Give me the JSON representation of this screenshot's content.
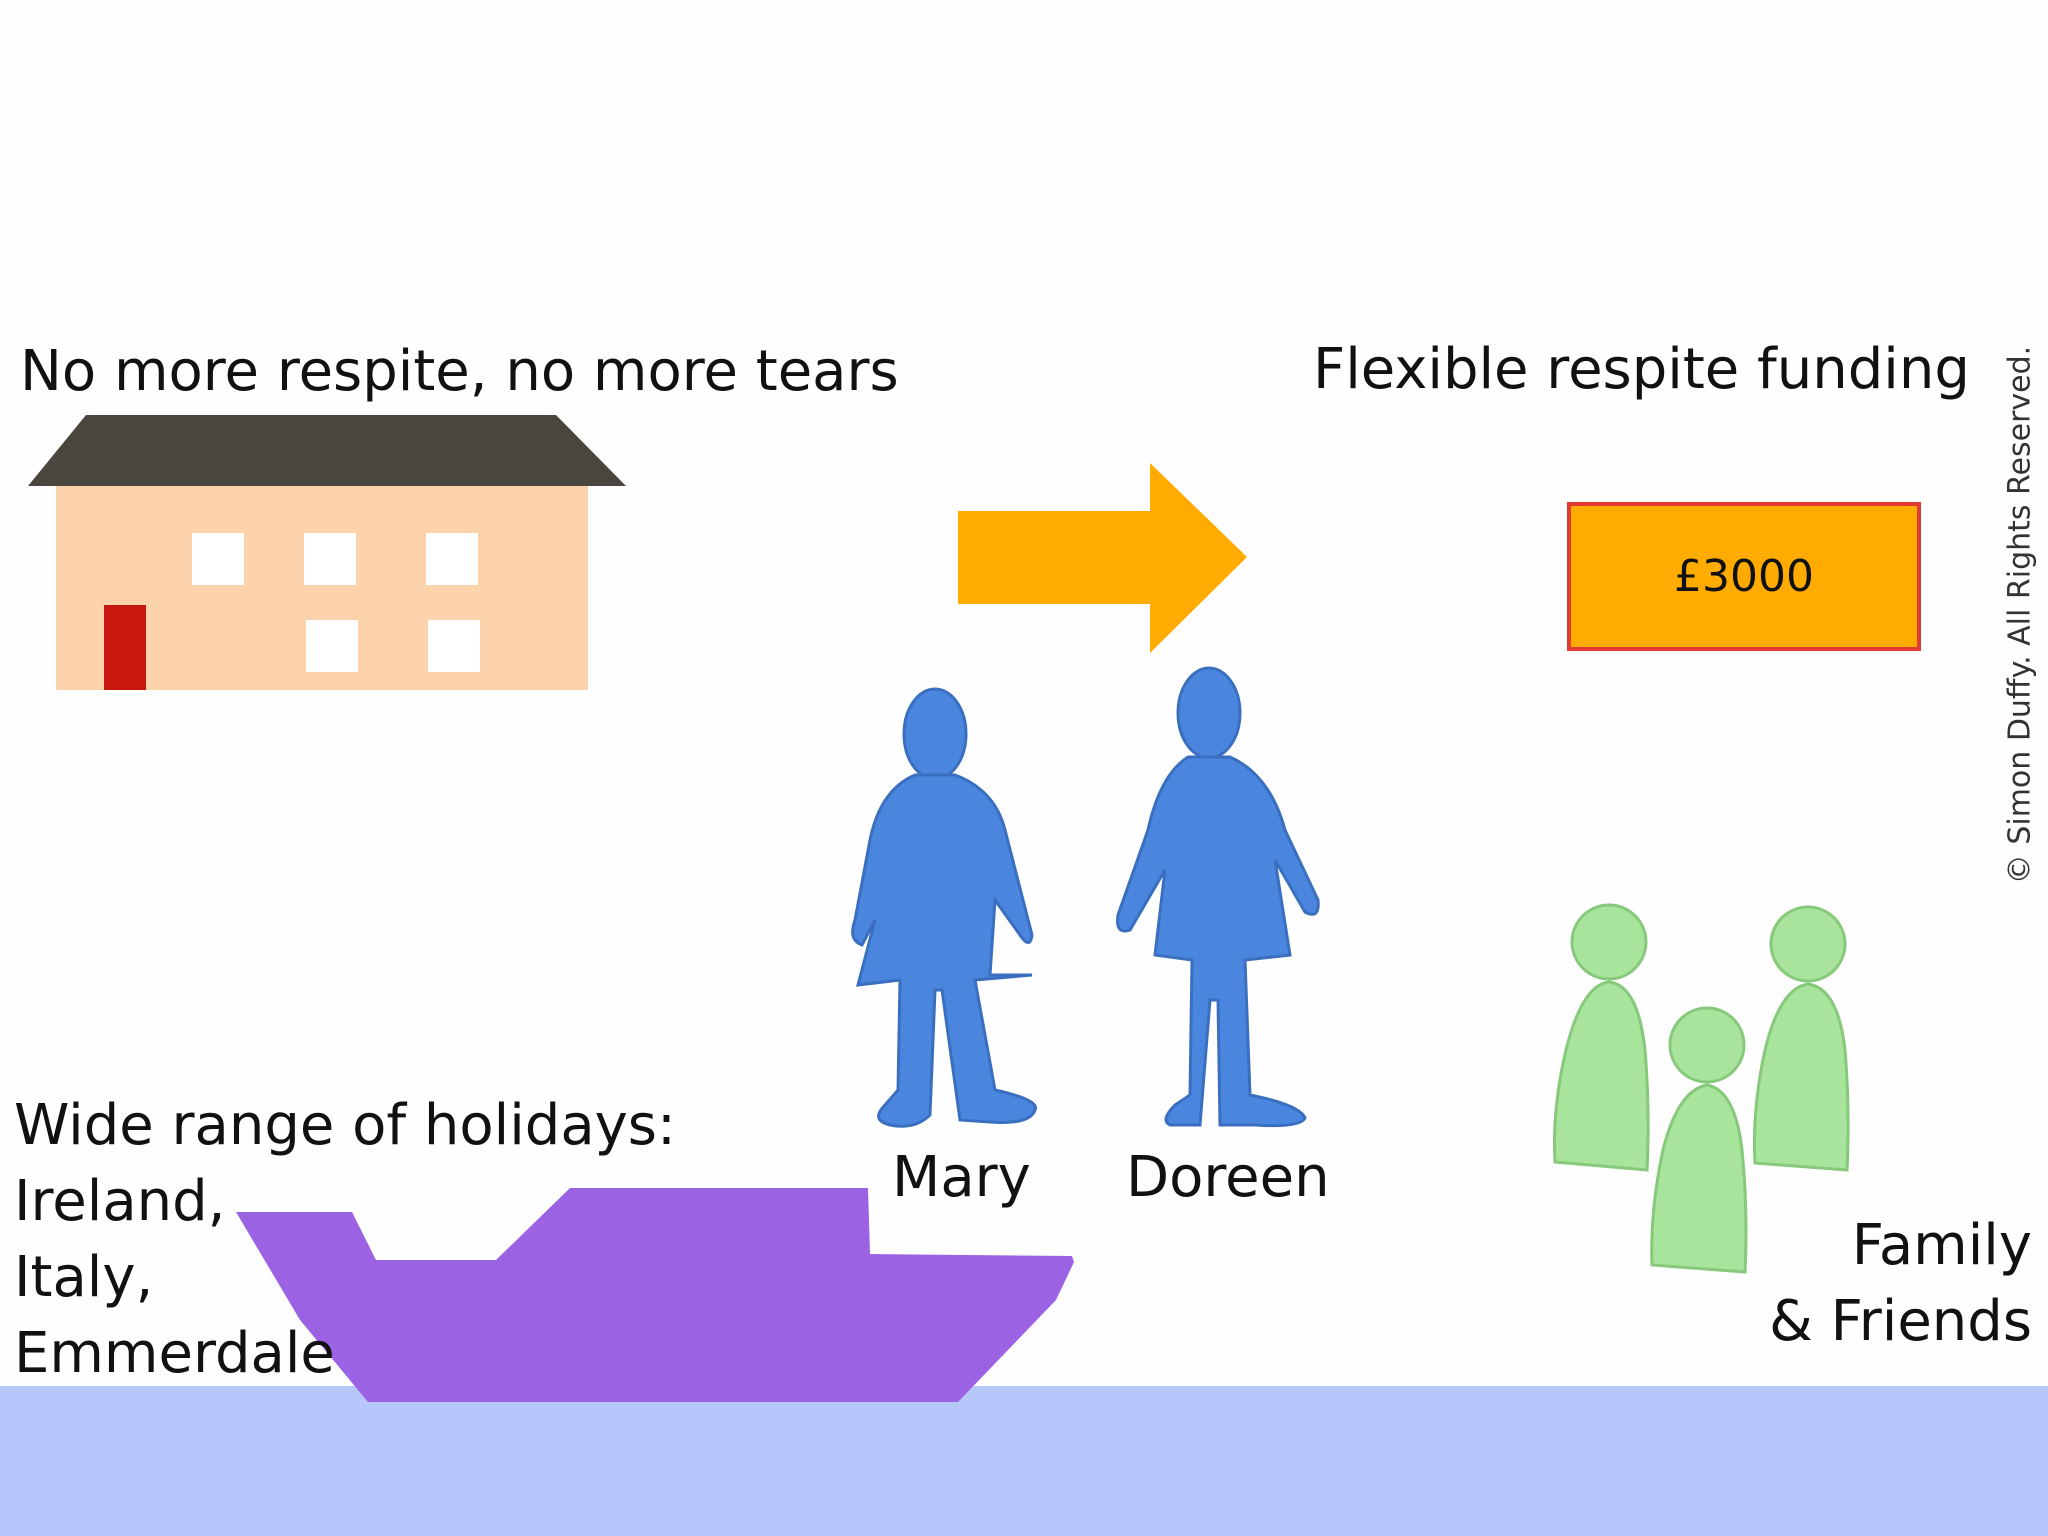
{
  "title_left": "No more respite, no more tears",
  "title_right": "Flexible respite funding",
  "budget_amount": "£3000",
  "people": {
    "person_1": "Mary",
    "person_2": "Doreen"
  },
  "holidays": {
    "heading": "Wide range of holidays:",
    "destinations": [
      "Ireland,",
      "Italy,",
      "Emmerdale"
    ]
  },
  "family_label": {
    "line_1": "Family",
    "line_2": "& Friends"
  },
  "copyright": "© Simon Duffy. All Rights Reserved.",
  "icons": [
    "house-icon",
    "arrow-right-icon",
    "person-icon",
    "people-group-icon",
    "boat-icon",
    "water-icon"
  ],
  "colors": {
    "house_wall": "#fdd3ac",
    "house_roof": "#4a453d",
    "door": "#c8170e",
    "arrow": "#ffab00",
    "money_box_fill": "#ffab00",
    "money_box_border": "#e53935",
    "person": "#4a86de",
    "group": "#a8e49c",
    "boat": "#9b62e3",
    "water": "#b6c8fb"
  }
}
